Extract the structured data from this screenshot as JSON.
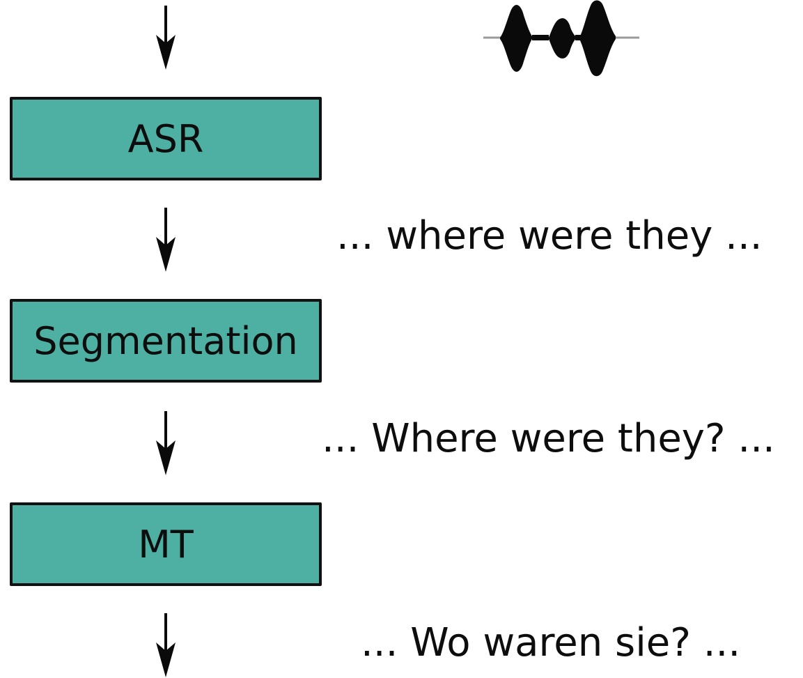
{
  "diagram": {
    "stages": [
      {
        "id": "asr",
        "label": "ASR"
      },
      {
        "id": "segmentation",
        "label": "Segmentation"
      },
      {
        "id": "mt",
        "label": "MT"
      }
    ],
    "outputs": [
      {
        "after_stage": "input",
        "kind": "audio-waveform",
        "icon": "waveform-icon"
      },
      {
        "after_stage": "asr",
        "text": "... where were they ..."
      },
      {
        "after_stage": "segmentation",
        "text": "... Where were they? ..."
      },
      {
        "after_stage": "mt",
        "text": "... Wo waren sie? ..."
      }
    ],
    "colors": {
      "box_fill": "#4db0a2",
      "stroke": "#111111",
      "text": "#0d0d0d",
      "background": "#ffffff"
    }
  }
}
